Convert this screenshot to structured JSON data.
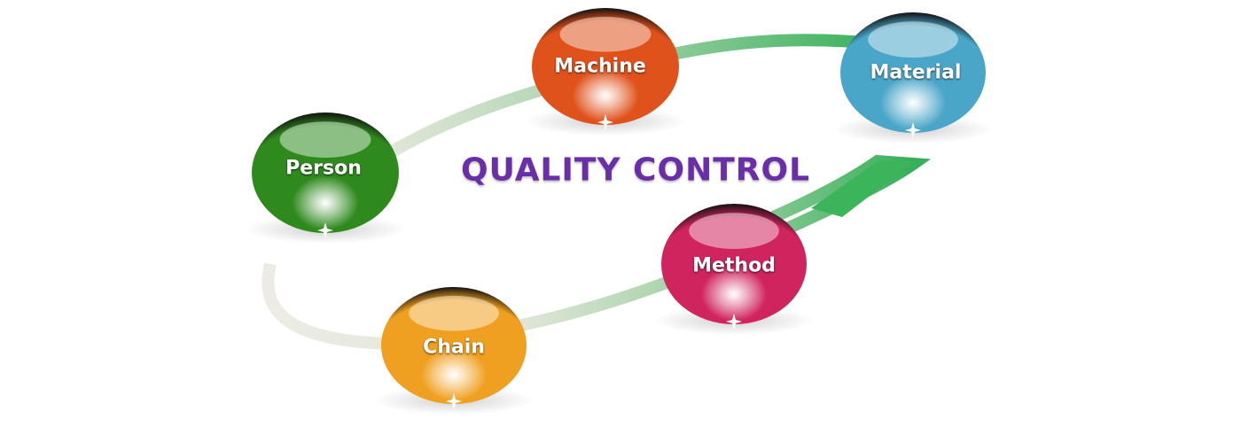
{
  "title": "QUALITY CONTROL",
  "nodes": [
    {
      "id": "machine",
      "label": "Machine",
      "color": "#e0521c"
    },
    {
      "id": "material",
      "label": "Material",
      "color": "#4aa6c8"
    },
    {
      "id": "person",
      "label": "Person",
      "color": "#2f8a1e"
    },
    {
      "id": "method",
      "label": "Method",
      "color": "#d0245e"
    },
    {
      "id": "chain",
      "label": "Chain",
      "color": "#f0a020"
    }
  ],
  "colors": {
    "title": "#6a2fa8",
    "path": "#3cb45a",
    "path_faded": "#e6e6dc"
  }
}
